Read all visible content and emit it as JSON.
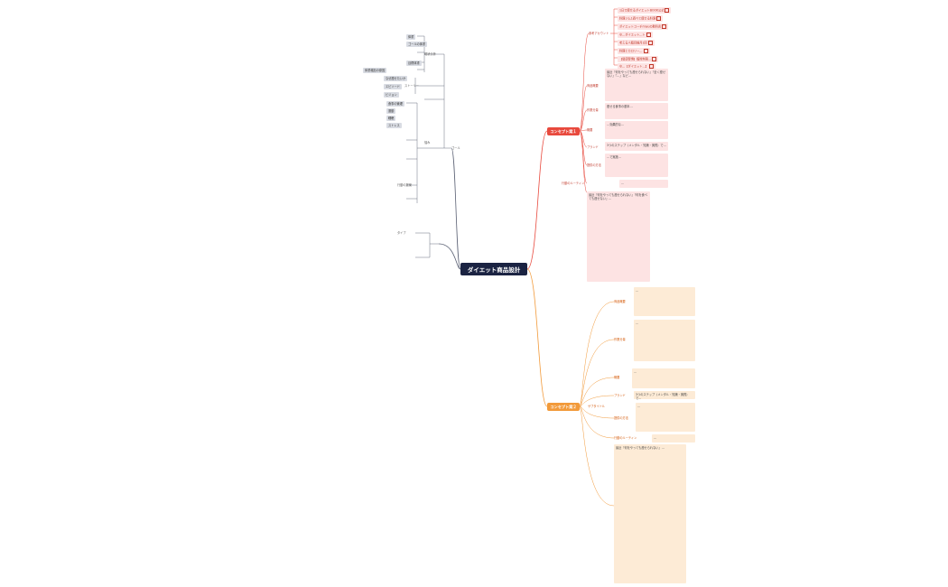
{
  "root": "ダイエット商品設計",
  "colors": {
    "root": "#1b2342",
    "concept1": "#e8493d",
    "concept2": "#f29a3a",
    "left_line": "#5a6073",
    "c1_line": "#e8493d",
    "c2_line": "#f29a3a"
  },
  "concept1": {
    "label": "コンセプト案１",
    "reference_account_label": "参考アカウント",
    "links": [
      "1日で痩せるダイエットBOOK公式",
      "料理ジム1週べて痩せる料理",
      "ダイエットコーチmiyuの教科書",
      "ゆ…ダイエット…ト",
      "考える人類目線月1回",
      "料理とカロリー…",
      "【健康習慣】糖質制限…",
      "ゆ…【ダイエット…】"
    ],
    "sections": [
      {
        "label": "商品概要",
        "text": "最近『何をやっても痩せられない』『全く痩せない』『…』など…"
      },
      {
        "label": "作業分量",
        "text": "痩せる食事の基本…"
      },
      {
        "label": "概要",
        "text": "…効果的な…"
      },
      {
        "label": "ブランド",
        "text": "3つのステップ（メンタル・知識・実践）で…"
      },
      {
        "label": "提供の方法",
        "text": "…で実施…"
      },
      {
        "label": "行動のルーティン",
        "text": "…"
      }
    ],
    "long_text": "最近『何をやっても痩せられない』『何を食べても痩せない』…"
  },
  "concept2": {
    "label": "コンセプト案２",
    "sub_label": "サブタイトル",
    "sections": [
      {
        "label": "商品概要",
        "text": "…"
      },
      {
        "label": "作業分量",
        "text": "…"
      },
      {
        "label": "概要",
        "text": "…"
      },
      {
        "label": "ブランド",
        "text": "3つのステップ（メンタル・知識・実践）で…"
      },
      {
        "label": "提供の方法",
        "text": "…"
      },
      {
        "label": "行動のルーティン",
        "text": "…"
      }
    ],
    "long_text": "最近『何をやっても痩せられない』…"
  },
  "left": {
    "gole_label": "ゴール",
    "branches": [
      {
        "label": "現状分析",
        "children": [
          "体重",
          "ゴールの体重",
          "目標体重",
          "体重増加の原因"
        ]
      },
      {
        "label": "ストーリー",
        "children": [
          "なぜ痩せたいか",
          "エピソード",
          "ビジョン"
        ]
      },
      {
        "label": "悩み",
        "children": [
          "食事の管理",
          "運動",
          "睡眠",
          "ストレス"
        ]
      },
      {
        "label": "行動の提案",
        "children": [
          "…"
        ]
      },
      {
        "label": "タイプ",
        "children": [
          "…"
        ]
      }
    ]
  }
}
